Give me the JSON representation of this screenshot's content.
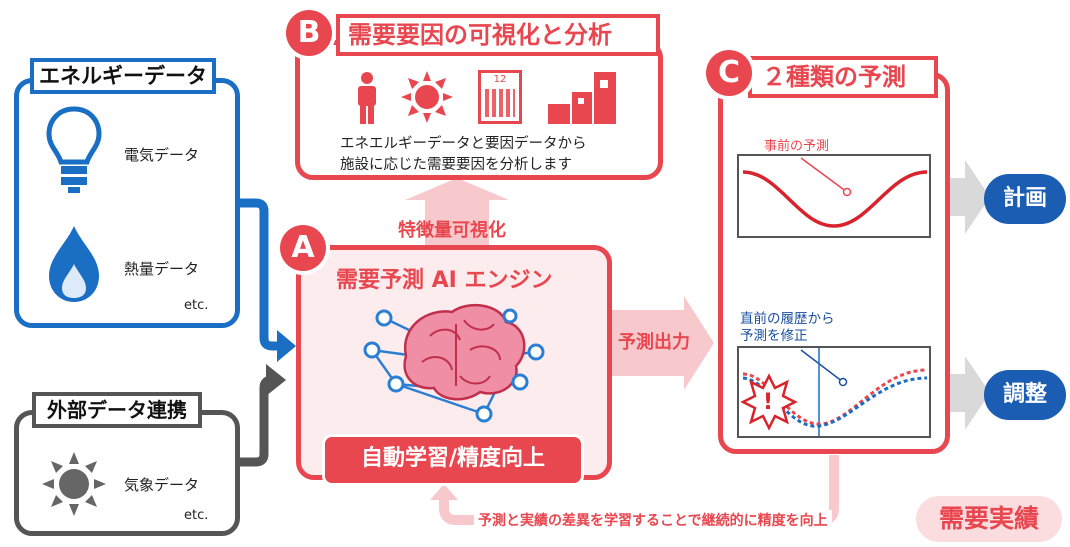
{
  "energy": {
    "title": "エネルギーデータ",
    "items": [
      {
        "label": "電気データ",
        "icon": "lightbulb-icon"
      },
      {
        "label": "熱量データ",
        "icon": "flame-icon"
      }
    ],
    "etc": "etc."
  },
  "external": {
    "title": "外部データ連携",
    "items": [
      {
        "label": "気象データ",
        "icon": "sun-icon"
      }
    ],
    "etc": "etc."
  },
  "panel_b": {
    "badge": "B",
    "title": "需要要因の可視化と分析",
    "calendar_day": "12",
    "desc_line1": "エネエルギーデータと要因データから",
    "desc_line2": "施設に応じた需要要因を分析します"
  },
  "feature_label": "特徴量可視化",
  "panel_a": {
    "badge": "A",
    "title": "需要予測 AI エンジン",
    "footer": "自動学習/精度向上"
  },
  "output_label": "予測出力",
  "panel_c": {
    "badge": "C",
    "title": "２種類の予測",
    "chart1_caption": "事前の予測",
    "chart2_caption_line1": "直前の履歴から",
    "chart2_caption_line2": "予測を修正",
    "alert_symbol": "!"
  },
  "outputs": {
    "plan": "計画",
    "adjust": "調整"
  },
  "feedback": {
    "text": "予測と実績の差異を学習することで継続的に精度を向上",
    "actual": "需要実績"
  },
  "colors": {
    "accent_red": "#e8474f",
    "pale_red": "#f7c9cc",
    "blue": "#1a6fc4",
    "dark_blue": "#1a5db3",
    "gray": "#555555"
  }
}
